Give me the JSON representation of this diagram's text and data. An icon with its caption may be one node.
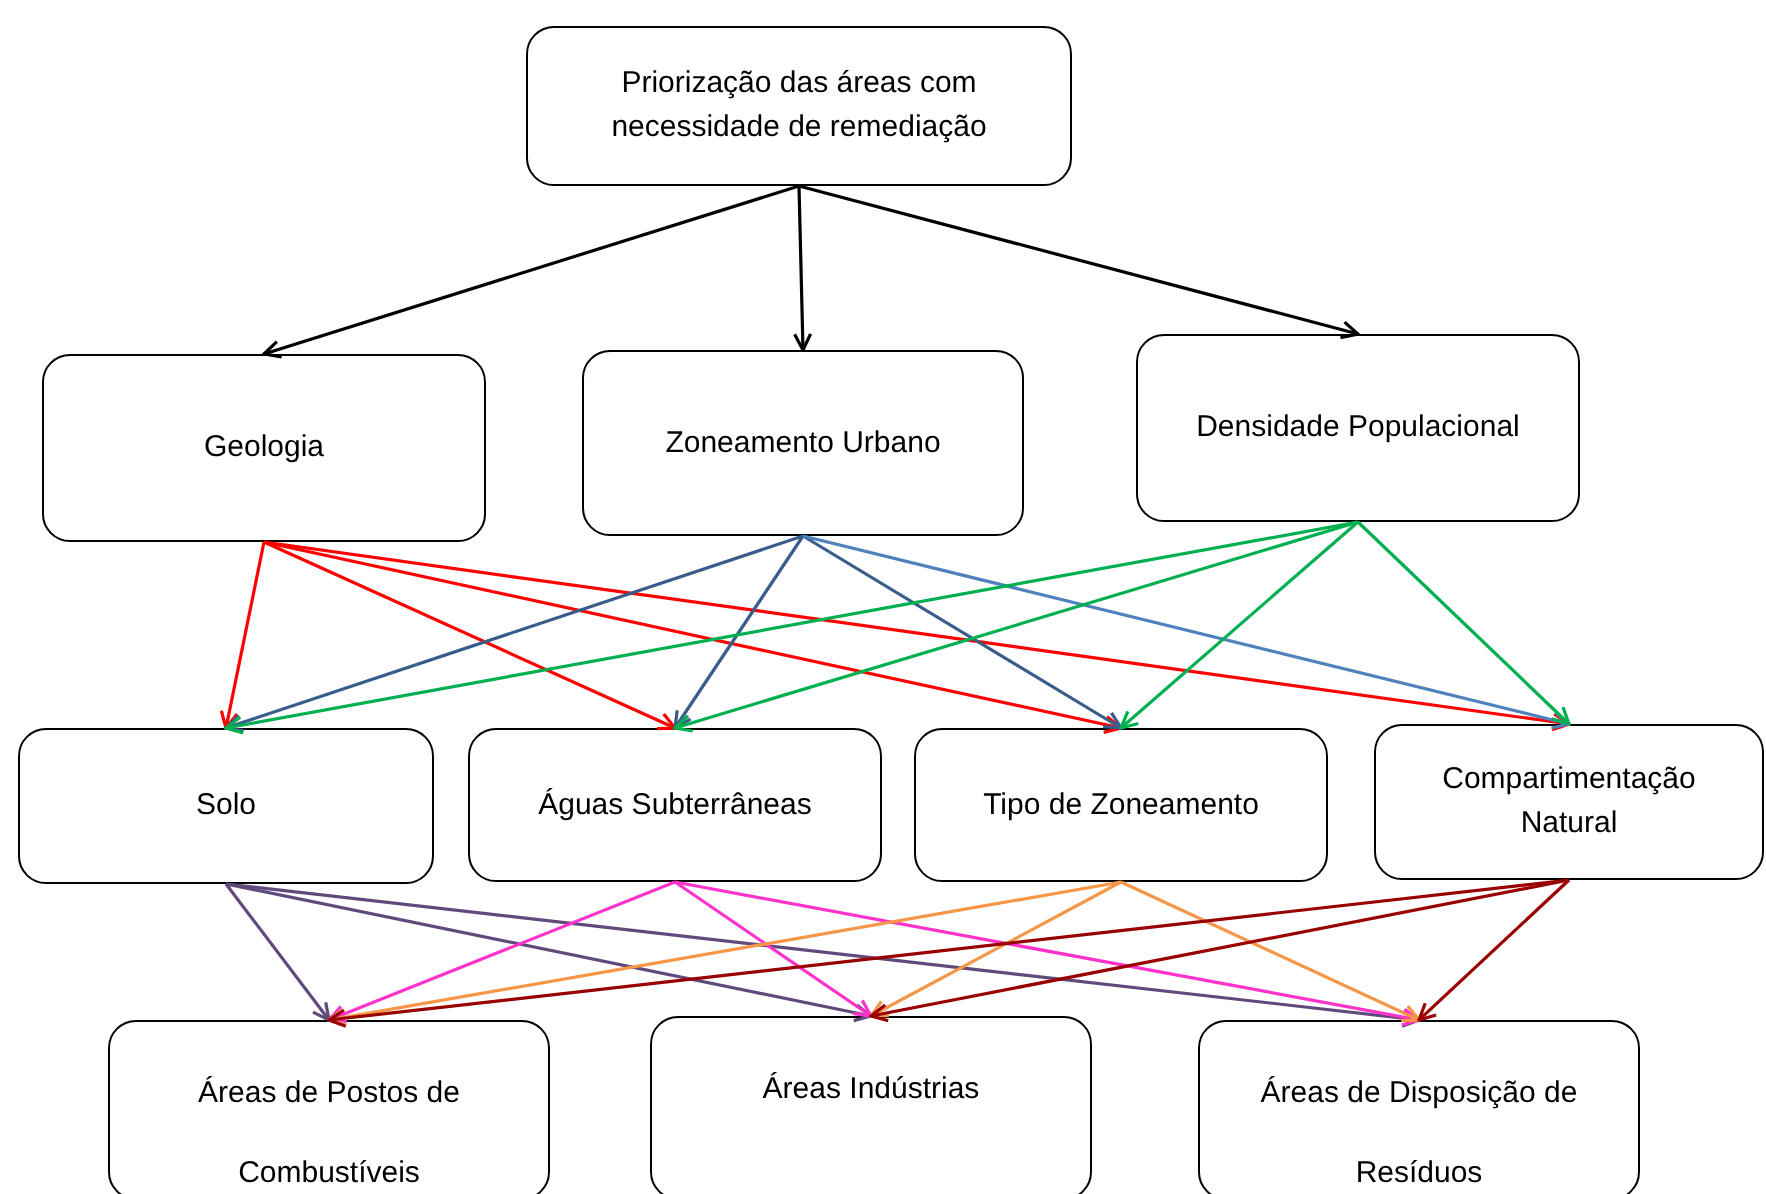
{
  "diagram": {
    "nodes": [
      {
        "text": [
          "Priorização das áreas com necessidade de remediação"
        ]
      },
      {
        "text": [
          "Geologia"
        ]
      },
      {
        "text": [
          "Zoneamento Urbano"
        ]
      },
      {
        "text": [
          "Densidade Populacional"
        ]
      },
      {
        "text": [
          "Solo"
        ]
      },
      {
        "text": [
          "Águas Subterrâneas"
        ]
      },
      {
        "text": [
          "Tipo de Zoneamento"
        ]
      },
      {
        "text": [
          "Compartimentação Natural"
        ]
      },
      {
        "text": [
          "Áreas de Postos de Combustíveis"
        ]
      },
      {
        "text": [
          "Áreas Indústrias"
        ]
      },
      {
        "text": [
          "Áreas de Disposição de Resíduos"
        ]
      }
    ],
    "edges": [
      {
        "from": 0,
        "to": 1,
        "arrow": "to",
        "color": "#000000"
      },
      {
        "from": 0,
        "to": 2,
        "arrow": "to",
        "color": "#000000"
      },
      {
        "from": 0,
        "to": 3,
        "arrow": "to",
        "color": "#000000"
      },
      {
        "from": 1,
        "to": 4,
        "arrow": "to",
        "color": "#ff0000"
      },
      {
        "from": 1,
        "to": 5,
        "arrow": "to",
        "color": "#ff0000"
      },
      {
        "from": 1,
        "to": 6,
        "arrow": "to",
        "color": "#ff0000"
      },
      {
        "from": 1,
        "to": 7,
        "arrow": "to",
        "color": "#ff0000"
      },
      {
        "from": 2,
        "to": 4,
        "arrow": "to",
        "color": "#385d8a"
      },
      {
        "from": 2,
        "to": 5,
        "arrow": "to",
        "color": "#385d8a"
      },
      {
        "from": 2,
        "to": 6,
        "arrow": "to",
        "color": "#385d8a"
      },
      {
        "from": 2,
        "to": 7,
        "arrow": "to",
        "color": "#4f81bd"
      },
      {
        "from": 3,
        "to": 4,
        "arrow": "to",
        "color": "#00b050"
      },
      {
        "from": 3,
        "to": 5,
        "arrow": "to",
        "color": "#00b050"
      },
      {
        "from": 3,
        "to": 6,
        "arrow": "to",
        "color": "#00b050"
      },
      {
        "from": 3,
        "to": 7,
        "arrow": "to",
        "color": "#00b050"
      },
      {
        "from": 4,
        "to": 8,
        "arrow": "to",
        "color": "#604a7b"
      },
      {
        "from": 4,
        "to": 9,
        "arrow": "to",
        "color": "#604a7b"
      },
      {
        "from": 4,
        "to": 10,
        "arrow": "to",
        "color": "#604a7b"
      },
      {
        "from": 5,
        "to": 8,
        "arrow": "to",
        "color": "#ff33cc"
      },
      {
        "from": 5,
        "to": 9,
        "arrow": "to",
        "color": "#ff33cc"
      },
      {
        "from": 5,
        "to": 10,
        "arrow": "to",
        "color": "#ff33cc"
      },
      {
        "from": 6,
        "to": 8,
        "arrow": "to",
        "color": "#f79646"
      },
      {
        "from": 6,
        "to": 9,
        "arrow": "to",
        "color": "#f79646"
      },
      {
        "from": 6,
        "to": 10,
        "arrow": "to",
        "color": "#f79646"
      },
      {
        "from": 7,
        "to": 8,
        "arrow": "to",
        "color": "#990000"
      },
      {
        "from": 7,
        "to": 9,
        "arrow": "to",
        "color": "#990000"
      },
      {
        "from": 7,
        "to": 10,
        "arrow": "to",
        "color": "#990000"
      }
    ]
  }
}
